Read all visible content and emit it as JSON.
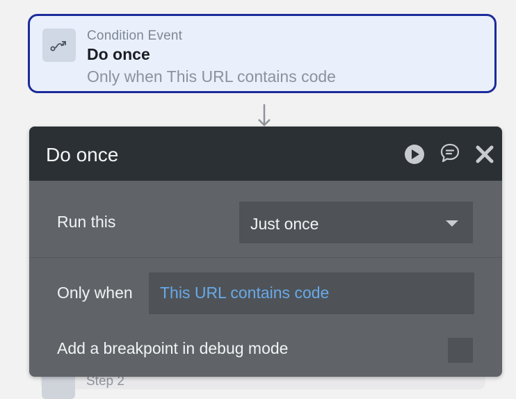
{
  "event": {
    "type_label": "Condition Event",
    "title": "Do once",
    "condition": "Only when This URL contains code",
    "icon": "route-icon"
  },
  "step_peek": {
    "label": "Step 2"
  },
  "panel": {
    "title": "Do once",
    "header_icons": [
      "play-icon",
      "comment-icon",
      "close-icon"
    ],
    "run_this": {
      "label": "Run this",
      "selected": "Just once"
    },
    "only_when": {
      "label": "Only when",
      "expression": "This URL contains code"
    },
    "breakpoint": {
      "label": "Add a breakpoint in debug mode",
      "checked": false
    }
  },
  "colors": {
    "event_border": "#1b2c9a",
    "event_bg": "#eaf0fb",
    "panel_header": "#2b3034",
    "panel_body": "#606468",
    "expression_text": "#68a9ea"
  }
}
